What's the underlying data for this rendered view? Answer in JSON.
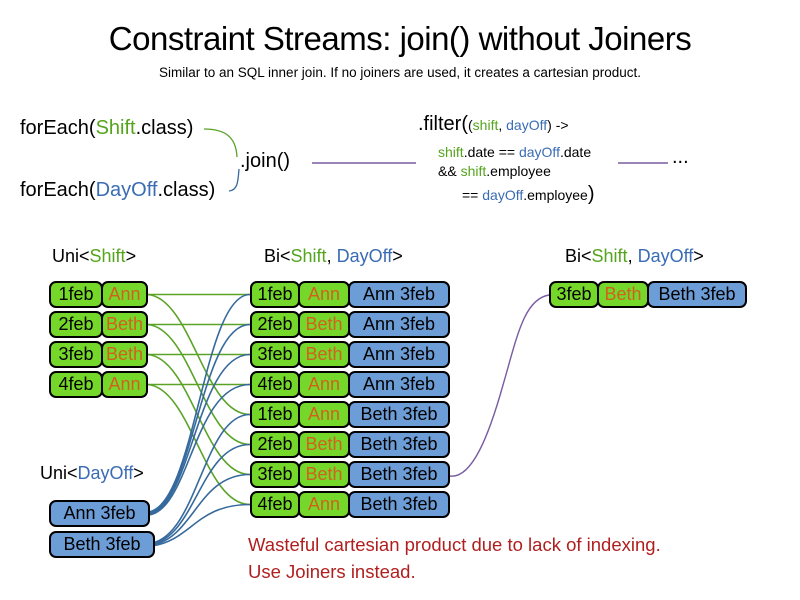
{
  "slide": {
    "title": "Constraint Streams: join() without Joiners",
    "subtitle": "Similar to an SQL inner join. If no joiners are used, it creates a cartesian product."
  },
  "code": {
    "foreach_shift": {
      "pre": "forEach(",
      "cls": "Shift",
      "post": ".class)"
    },
    "foreach_dayoff": {
      "pre": "forEach(",
      "cls": "DayOff",
      "post": ".class)"
    },
    "join": ".join()",
    "filter": {
      "head": ".filter(",
      "l1_open": "(",
      "l1_arg1": "shift",
      "l1_sep": ", ",
      "l1_arg2": "dayOff",
      "l1_close": ") ->",
      "l2_a": "shift",
      "l2_b": ".date == ",
      "l2_c": "dayOff",
      "l2_d": ".date",
      "l3_a": "&& ",
      "l3_b": "shift",
      "l3_c": ".employee",
      "l4_a": "== ",
      "l4_b": "dayOff",
      "l4_c": ".employee",
      "l4_close": ")"
    },
    "ellipsis": "..."
  },
  "labels": {
    "uni_shift": {
      "pre": "Uni<",
      "a": "Shift",
      "post": ">"
    },
    "bi_mid": {
      "pre": "Bi<",
      "a": "Shift",
      "sep": ", ",
      "b": "DayOff",
      "post": ">"
    },
    "bi_right": {
      "pre": "Bi<",
      "a": "Shift",
      "sep": ", ",
      "b": "DayOff",
      "post": ">"
    },
    "uni_dayoff": {
      "pre": "Uni<",
      "b": "DayOff",
      "post": ">"
    }
  },
  "uni_shift": {
    "rows": [
      {
        "date": "1feb",
        "emp": "Ann"
      },
      {
        "date": "2feb",
        "emp": "Beth"
      },
      {
        "date": "3feb",
        "emp": "Beth"
      },
      {
        "date": "4feb",
        "emp": "Ann"
      }
    ]
  },
  "uni_dayoff": {
    "rows": [
      {
        "day": "Ann 3feb"
      },
      {
        "day": "Beth 3feb"
      }
    ]
  },
  "bi": {
    "rows": [
      {
        "date": "1feb",
        "emp": "Ann",
        "day": "Ann 3feb"
      },
      {
        "date": "2feb",
        "emp": "Beth",
        "day": "Ann 3feb"
      },
      {
        "date": "3feb",
        "emp": "Beth",
        "day": "Ann 3feb"
      },
      {
        "date": "4feb",
        "emp": "Ann",
        "day": "Ann 3feb"
      },
      {
        "date": "1feb",
        "emp": "Ann",
        "day": "Beth 3feb"
      },
      {
        "date": "2feb",
        "emp": "Beth",
        "day": "Beth 3feb"
      },
      {
        "date": "3feb",
        "emp": "Beth",
        "day": "Beth 3feb"
      },
      {
        "date": "4feb",
        "emp": "Ann",
        "day": "Beth 3feb"
      }
    ]
  },
  "bi_result": {
    "date": "3feb",
    "emp": "Beth",
    "day": "Beth 3feb"
  },
  "footnote": {
    "line1": "Wasteful cartesian product due to lack of indexing.",
    "line2": "Use Joiners instead."
  },
  "colors": {
    "shift_green_fill": "#76d72b",
    "dayoff_blue_fill": "#6d9dd6",
    "employee_orange_text": "#d2601e",
    "shift_green_text": "#55a41d",
    "dayoff_blue_text": "#3a6cb4",
    "warning_red_text": "#b01f1f",
    "join_purple_line": "#7a5ca0",
    "shift_green_line": "#5aa327",
    "dayoff_blue_line": "#36699c"
  }
}
